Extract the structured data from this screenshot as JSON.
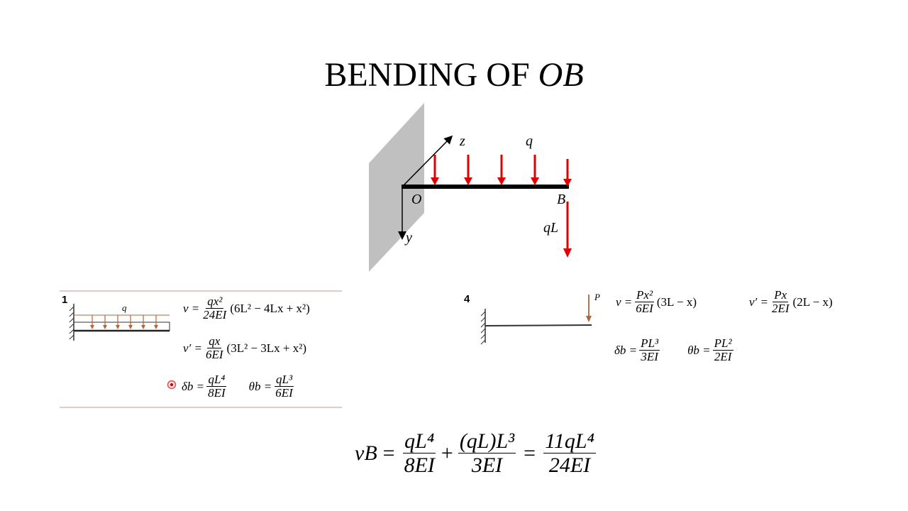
{
  "title": {
    "prefix": "BENDING OF ",
    "subject": "OB"
  },
  "diagram": {
    "labels": {
      "z": "z",
      "q": "q",
      "O": "O",
      "B": "B",
      "qL": "qL",
      "y": "y"
    },
    "colors": {
      "load": "#e00000",
      "wall": "#c0c0c0",
      "beam": "#000000",
      "table_load": "#b5643a"
    }
  },
  "case1": {
    "number": "1",
    "load_label": "q",
    "v_lhs": "v =",
    "v_num": "qx²",
    "v_den": "24EI",
    "v_rest": "(6L² − 4Lx + x²)",
    "vp_lhs": "v′ =",
    "vp_num": "qx",
    "vp_den": "6EI",
    "vp_rest": "(3L² − 3Lx + x²)",
    "delta_lhs": "δb =",
    "delta_num": "qL⁴",
    "delta_den": "8EI",
    "theta_lhs": "θb =",
    "theta_num": "qL³",
    "theta_den": "6EI"
  },
  "case4": {
    "number": "4",
    "load_label": "P",
    "v_lhs": "v =",
    "v_num": "Px²",
    "v_den": "6EI",
    "v_rest": "(3L − x)",
    "vp_lhs": "v′ =",
    "vp_num": "Px",
    "vp_den": "2EI",
    "vp_rest": "(2L − x)",
    "delta_lhs": "δb =",
    "delta_num": "PL³",
    "delta_den": "3EI",
    "theta_lhs": "θb =",
    "theta_num": "PL²",
    "theta_den": "2EI"
  },
  "result": {
    "lhs": "vB",
    "eq1": "=",
    "t1_num": "qL⁴",
    "t1_den": "8EI",
    "plus": "+",
    "t2_num": "(qL)L³",
    "t2_den": "3EI",
    "eq2": "=",
    "t3_num": "11qL⁴",
    "t3_den": "24EI"
  }
}
